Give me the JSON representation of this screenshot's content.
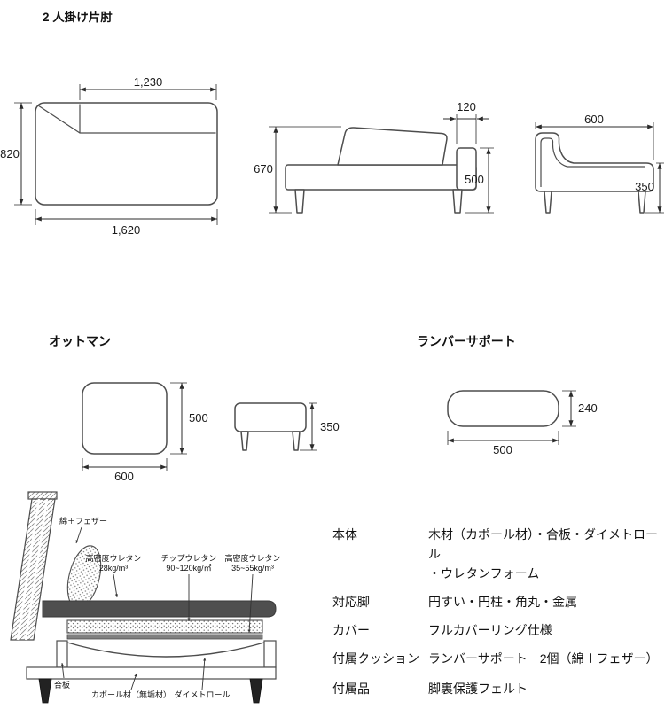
{
  "page_title": "2 人掛け片肘",
  "sofa": {
    "top_view": {
      "width_top": "1,230",
      "depth": "820",
      "width_bottom": "1,620"
    },
    "side_view": {
      "height_total": "670",
      "arm_width": "120",
      "arm_height": "500"
    },
    "end_view": {
      "depth": "600",
      "seat_height": "350"
    }
  },
  "ottoman": {
    "title": "オットマン",
    "depth": "500",
    "width": "600",
    "height": "350"
  },
  "lumbar_support": {
    "title": "ランバーサポート",
    "height": "240",
    "width": "500"
  },
  "cross_section": {
    "label_cotton_feather": "綿＋フェザー",
    "label_hd28_line1": "高密度ウレタン",
    "label_hd28_line2": "28kg/m³",
    "label_chip_line1": "チップウレタン",
    "label_chip_line2": "90~120kg/㎥",
    "label_hd35_line1": "高密度ウレタン",
    "label_hd35_line2": "35~55kg/m³",
    "label_plywood": "合板",
    "label_kapor": "カポール材（無垢材）",
    "label_dymetrol": "ダイメトロール"
  },
  "specs": {
    "rows": [
      {
        "label": "本体",
        "value": "木材（カポール材）・合板・ダイメトロール\n・ウレタンフォーム"
      },
      {
        "label": "対応脚",
        "value": "円すい・円柱・角丸・金属"
      },
      {
        "label": "カバー",
        "value": "フルカバーリング仕様"
      },
      {
        "label": "付属クッション",
        "value": "ランバーサポート　2個（綿＋フェザー）"
      },
      {
        "label": "付属品",
        "value": "脚裏保護フェルト"
      }
    ]
  }
}
